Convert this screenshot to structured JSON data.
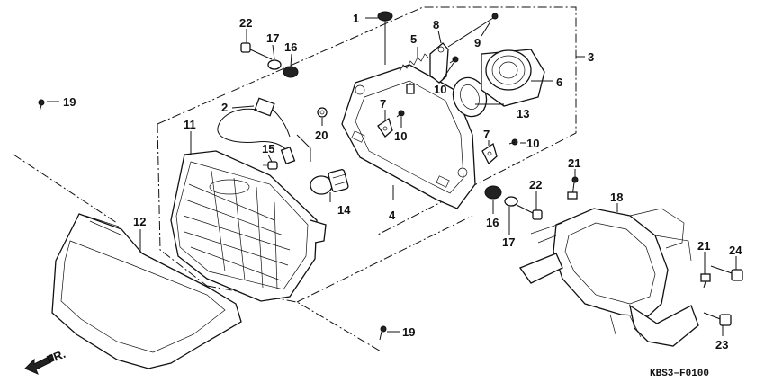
{
  "diagram": {
    "reference_code": "KBS3–F0100",
    "direction_label": "FR.",
    "callouts": [
      {
        "id": "c1",
        "label": "1"
      },
      {
        "id": "c2",
        "label": "2"
      },
      {
        "id": "c3",
        "label": "3"
      },
      {
        "id": "c4",
        "label": "4"
      },
      {
        "id": "c5",
        "label": "5"
      },
      {
        "id": "c6",
        "label": "6"
      },
      {
        "id": "c7a",
        "label": "7"
      },
      {
        "id": "c7b",
        "label": "7"
      },
      {
        "id": "c8",
        "label": "8"
      },
      {
        "id": "c9",
        "label": "9"
      },
      {
        "id": "c10a",
        "label": "10"
      },
      {
        "id": "c10b",
        "label": "10"
      },
      {
        "id": "c10c",
        "label": "10"
      },
      {
        "id": "c11",
        "label": "11"
      },
      {
        "id": "c12",
        "label": "12"
      },
      {
        "id": "c13",
        "label": "13"
      },
      {
        "id": "c14",
        "label": "14"
      },
      {
        "id": "c15",
        "label": "15"
      },
      {
        "id": "c16a",
        "label": "16"
      },
      {
        "id": "c16b",
        "label": "16"
      },
      {
        "id": "c17a",
        "label": "17"
      },
      {
        "id": "c17b",
        "label": "17"
      },
      {
        "id": "c18",
        "label": "18"
      },
      {
        "id": "c19a",
        "label": "19"
      },
      {
        "id": "c19b",
        "label": "19"
      },
      {
        "id": "c20",
        "label": "20"
      },
      {
        "id": "c21a",
        "label": "21"
      },
      {
        "id": "c21b",
        "label": "21"
      },
      {
        "id": "c22a",
        "label": "22"
      },
      {
        "id": "c22b",
        "label": "22"
      },
      {
        "id": "c23",
        "label": "23"
      },
      {
        "id": "c24",
        "label": "24"
      }
    ]
  }
}
